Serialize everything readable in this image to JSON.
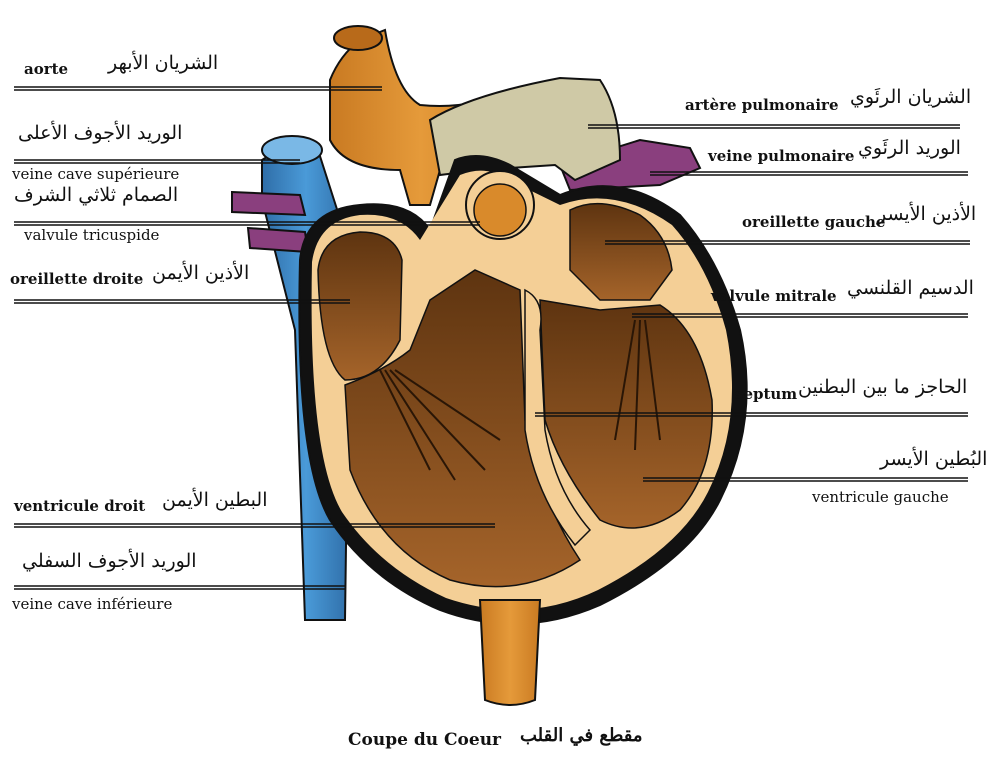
{
  "caption": {
    "fr": "Coupe du Coeur",
    "ar": "مقطع في القلب"
  },
  "labels": {
    "aorte": {
      "fr": "aorte",
      "ar": "الشريان الأبهر"
    },
    "veine_cave_sup": {
      "ar": "الوريد الأجوف الأعلى",
      "fr": "veine cave supérieure"
    },
    "valvule_tricuspide": {
      "ar": "الصمام ثلاثي الشرف",
      "fr": "valvule tricuspide"
    },
    "oreillette_droite": {
      "fr": "oreillette droite",
      "ar": "الأذين الأيمن"
    },
    "ventricule_droit": {
      "fr": "ventricule droit",
      "ar": "البطين الأيمن"
    },
    "veine_cave_inf": {
      "ar": "الوريد الأجوف السفلي",
      "fr": "veine cave inférieure"
    },
    "artere_pulmonaire": {
      "fr": "artère pulmonaire",
      "ar": "الشريان الرئَوي"
    },
    "veine_pulmonaire": {
      "fr": "veine pulmonaire",
      "ar": "الوريد الرئَوي"
    },
    "oreillette_gauche": {
      "fr": "oreillette gauche",
      "ar": "الأذين الأيسر"
    },
    "valvule_mitrale": {
      "fr": "valvule mitrale",
      "ar": "الدسيم القلنسي"
    },
    "septum": {
      "fr": "septum",
      "ar": "الحاجز ما بين البطنين"
    },
    "ventricule_gauche": {
      "ar": "البُطين الأيسر",
      "fr": "ventricule gauche"
    }
  },
  "colors": {
    "aorta": "#d98a2b",
    "vena_cava": "#3a86c8",
    "vena_cava_dark": "#2f6ea8",
    "pulmonary_artery": "#c9c3a2",
    "pulmonary_vein": "#8a3f7e",
    "heart_wall": "#f4cf96",
    "chamber": "#7a4516",
    "chamber_light": "#9a5a22",
    "outline": "#111111",
    "leader_line": "#111111"
  }
}
